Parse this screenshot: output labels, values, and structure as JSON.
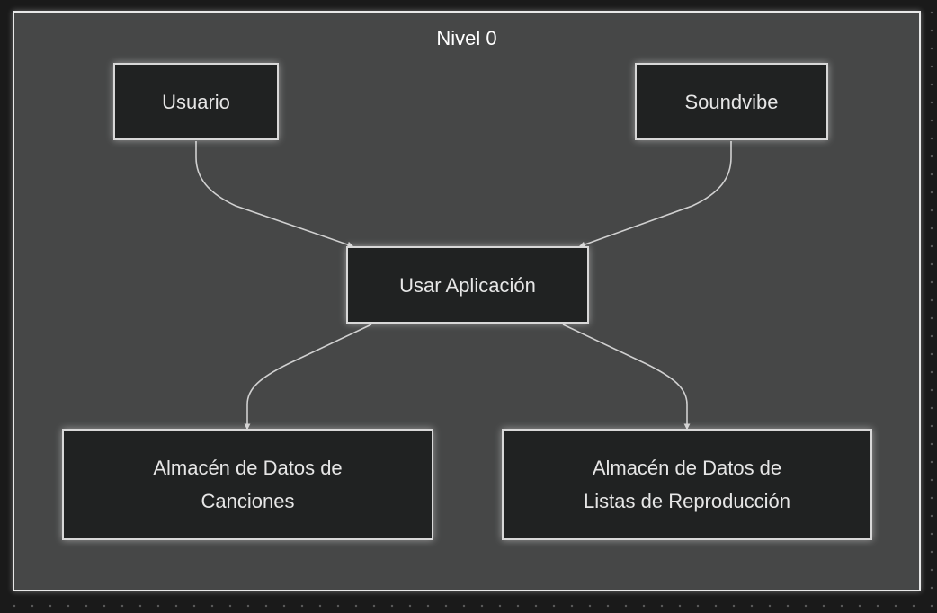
{
  "diagram": {
    "title": "Nivel 0",
    "nodes": {
      "usuario": "Usuario",
      "soundvibe": "Soundvibe",
      "usar_aplicacion": "Usar Aplicación",
      "almacen_canciones": "Almacén de Datos de\nCanciones",
      "almacen_listas": "Almacén de Datos de\nListas de Reproducción"
    },
    "edges": [
      {
        "from": "Usuario",
        "to": "Usar Aplicación"
      },
      {
        "from": "Soundvibe",
        "to": "Usar Aplicación"
      },
      {
        "from": "Usar Aplicación",
        "to": "Almacén de Datos de Canciones"
      },
      {
        "from": "Usar Aplicación",
        "to": "Almacén de Datos de Listas de Reproducción"
      }
    ],
    "colors": {
      "background": "#1a1a1a",
      "cluster_fill": "#464747",
      "node_fill": "#202222",
      "node_border": "#d8d8d8",
      "edge": "#d0d0d0",
      "text": "#e6e6e6"
    }
  }
}
